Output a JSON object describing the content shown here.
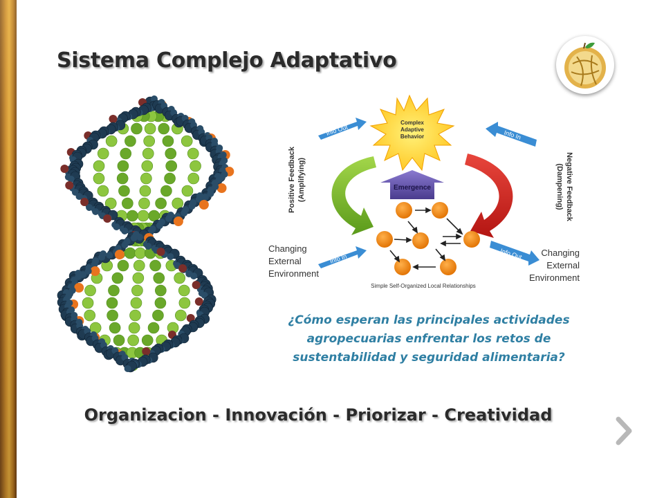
{
  "slide": {
    "title": "Sistema Complejo Adaptativo",
    "question": "¿Cómo esperan las principales actividades agropecuarias enfrentar los retos de sustentabilidad y seguridad alimentaria?",
    "keywords": "Organizacion - Innovación - Priorizar - Creatividad"
  },
  "diagram": {
    "star_label": [
      "Complex",
      "Adaptive",
      "Behavior"
    ],
    "emergence_label": "Emergence",
    "info_out_top": "Info Out",
    "info_in_top": "Info In",
    "info_in_bottom": "Info In",
    "info_out_bottom": "Info Out",
    "positive_feedback": [
      "Positive Feedback",
      "(Amplifying)"
    ],
    "negative_feedback": [
      "Negative Feedback",
      "(Dampening)"
    ],
    "left_environment": [
      "Changing",
      "External",
      "Environment"
    ],
    "right_environment": [
      "Changing",
      "External",
      "Environment"
    ],
    "bottom_caption": "Simple Self-Organized Local Relationships"
  },
  "colors": {
    "accent_blue": "#2f7fa3",
    "positive_green": "#7fbf2a",
    "negative_red": "#d9241c",
    "star_yellow": "#ffe23a",
    "emergence_purple": "#6a5ab0",
    "node_orange": "#f08a14",
    "sidebar_gold": "#c98a2c"
  },
  "icons": {
    "next": "chevron-right-icon",
    "logo": "orange-fruit-logo-icon",
    "dna": "fruit-dna-helix-icon"
  }
}
